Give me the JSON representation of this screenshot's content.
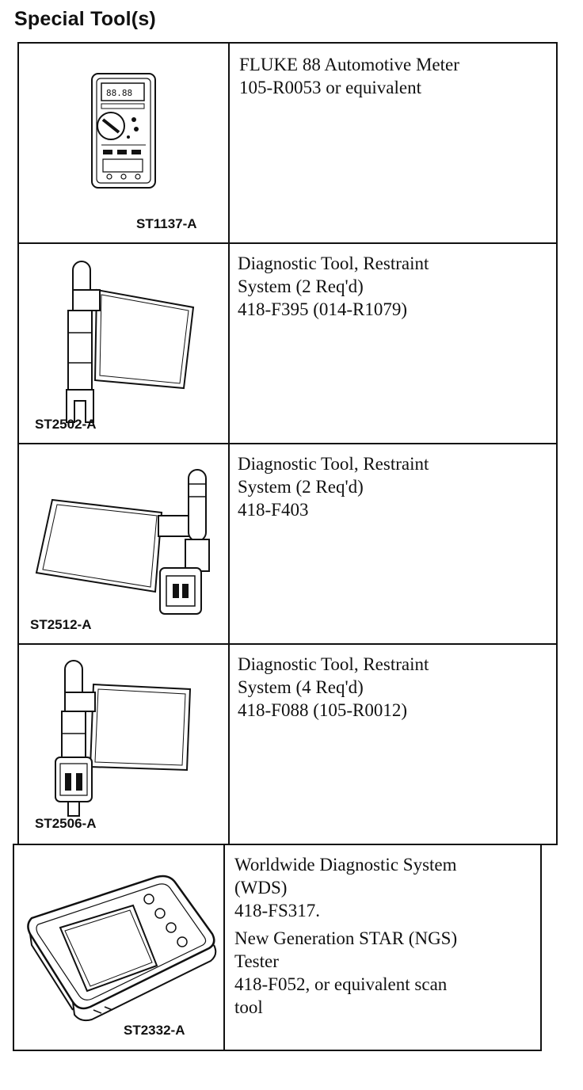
{
  "title": "Special Tool(s)",
  "tools": [
    {
      "code": "ST1137-A",
      "lines": [
        "FLUKE 88 Automotive Meter",
        "105-R0053 or equivalent"
      ]
    },
    {
      "code": "ST2502-A",
      "lines": [
        "Diagnostic Tool, Restraint",
        "System (2 Req'd)",
        "418-F395 (014-R1079)"
      ]
    },
    {
      "code": "ST2512-A",
      "lines": [
        "Diagnostic Tool, Restraint",
        "System (2 Req'd)",
        "418-F403"
      ]
    },
    {
      "code": "ST2506-A",
      "lines": [
        "Diagnostic Tool, Restraint",
        "System (4 Req'd)",
        "418-F088 (105-R0012)"
      ]
    },
    {
      "code": "ST2332-A",
      "lines": [
        "Worldwide Diagnostic System",
        "(WDS)",
        "418-FS317."
      ],
      "lines2": [
        "New Generation STAR (NGS)",
        "Tester",
        "418-F052, or equivalent scan",
        "tool"
      ]
    }
  ]
}
